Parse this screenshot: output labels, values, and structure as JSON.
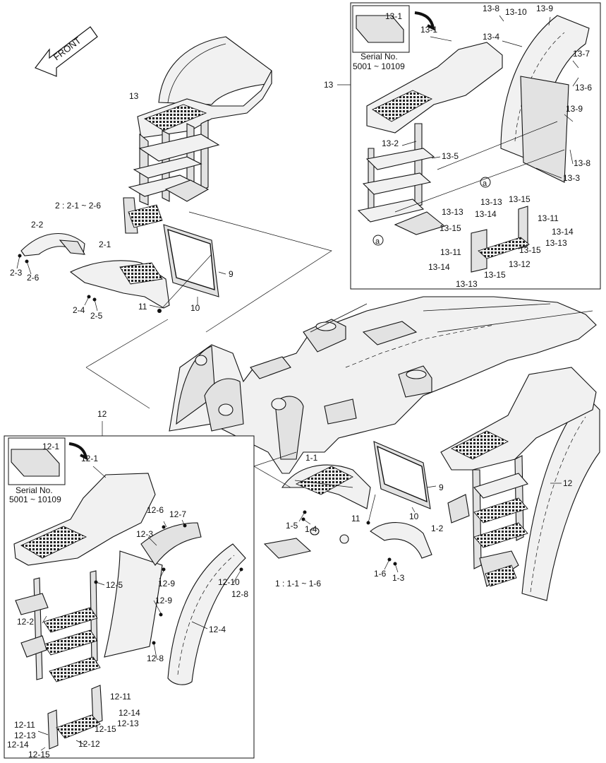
{
  "direction_arrow": "FRONT",
  "callouts": {
    "c_13": "13",
    "c_2set": "2 : 2-1 ~ 2-6",
    "c_2_2": "2-2",
    "c_2_1": "2-1",
    "c_2_3": "2-3",
    "c_2_6": "2-6",
    "c_2_4": "2-4",
    "c_2_5": "2-5",
    "c_11a": "11",
    "c_10a": "10",
    "c_9a": "9",
    "c_1_1": "1-1",
    "c_1_5": "1-5",
    "c_1_4": "1-4",
    "c_11b": "11",
    "c_10b": "10",
    "c_9b": "9",
    "c_1_2": "1-2",
    "c_1_6": "1-6",
    "c_1_3": "1-3",
    "c_1set": "1 : 1-1 ~ 1-6",
    "c_12": "12",
    "c_12r": "12"
  },
  "panel_13": {
    "ref": "13",
    "inset_label": "13-1",
    "serial_title": "Serial No.",
    "serial_range": "5001 ~ 10109",
    "labels": [
      "13-1",
      "13-8",
      "13-10",
      "13-9",
      "13-4",
      "13-7",
      "13-6",
      "13-9",
      "13-2",
      "13-5",
      "13-8",
      "13-3",
      "a",
      "a",
      "13-13",
      "13-15",
      "13-13",
      "13-14",
      "13-11",
      "13-15",
      "13-14",
      "13-11",
      "13-15",
      "13-13",
      "13-14",
      "13-12",
      "13-15",
      "13-13"
    ]
  },
  "panel_12": {
    "ref": "12",
    "inset_label": "12-1",
    "serial_title": "Serial No.",
    "serial_range": "5001 ~ 10109",
    "labels": [
      "12-1",
      "12-6",
      "12-7",
      "12-3",
      "12-5",
      "12-9",
      "12-10",
      "12-8",
      "12-9",
      "12-2",
      "12-4",
      "12-8",
      "12-11",
      "12-14",
      "12-15",
      "12-13",
      "12-11",
      "12-13",
      "12-14",
      "12-12",
      "12-15"
    ]
  }
}
